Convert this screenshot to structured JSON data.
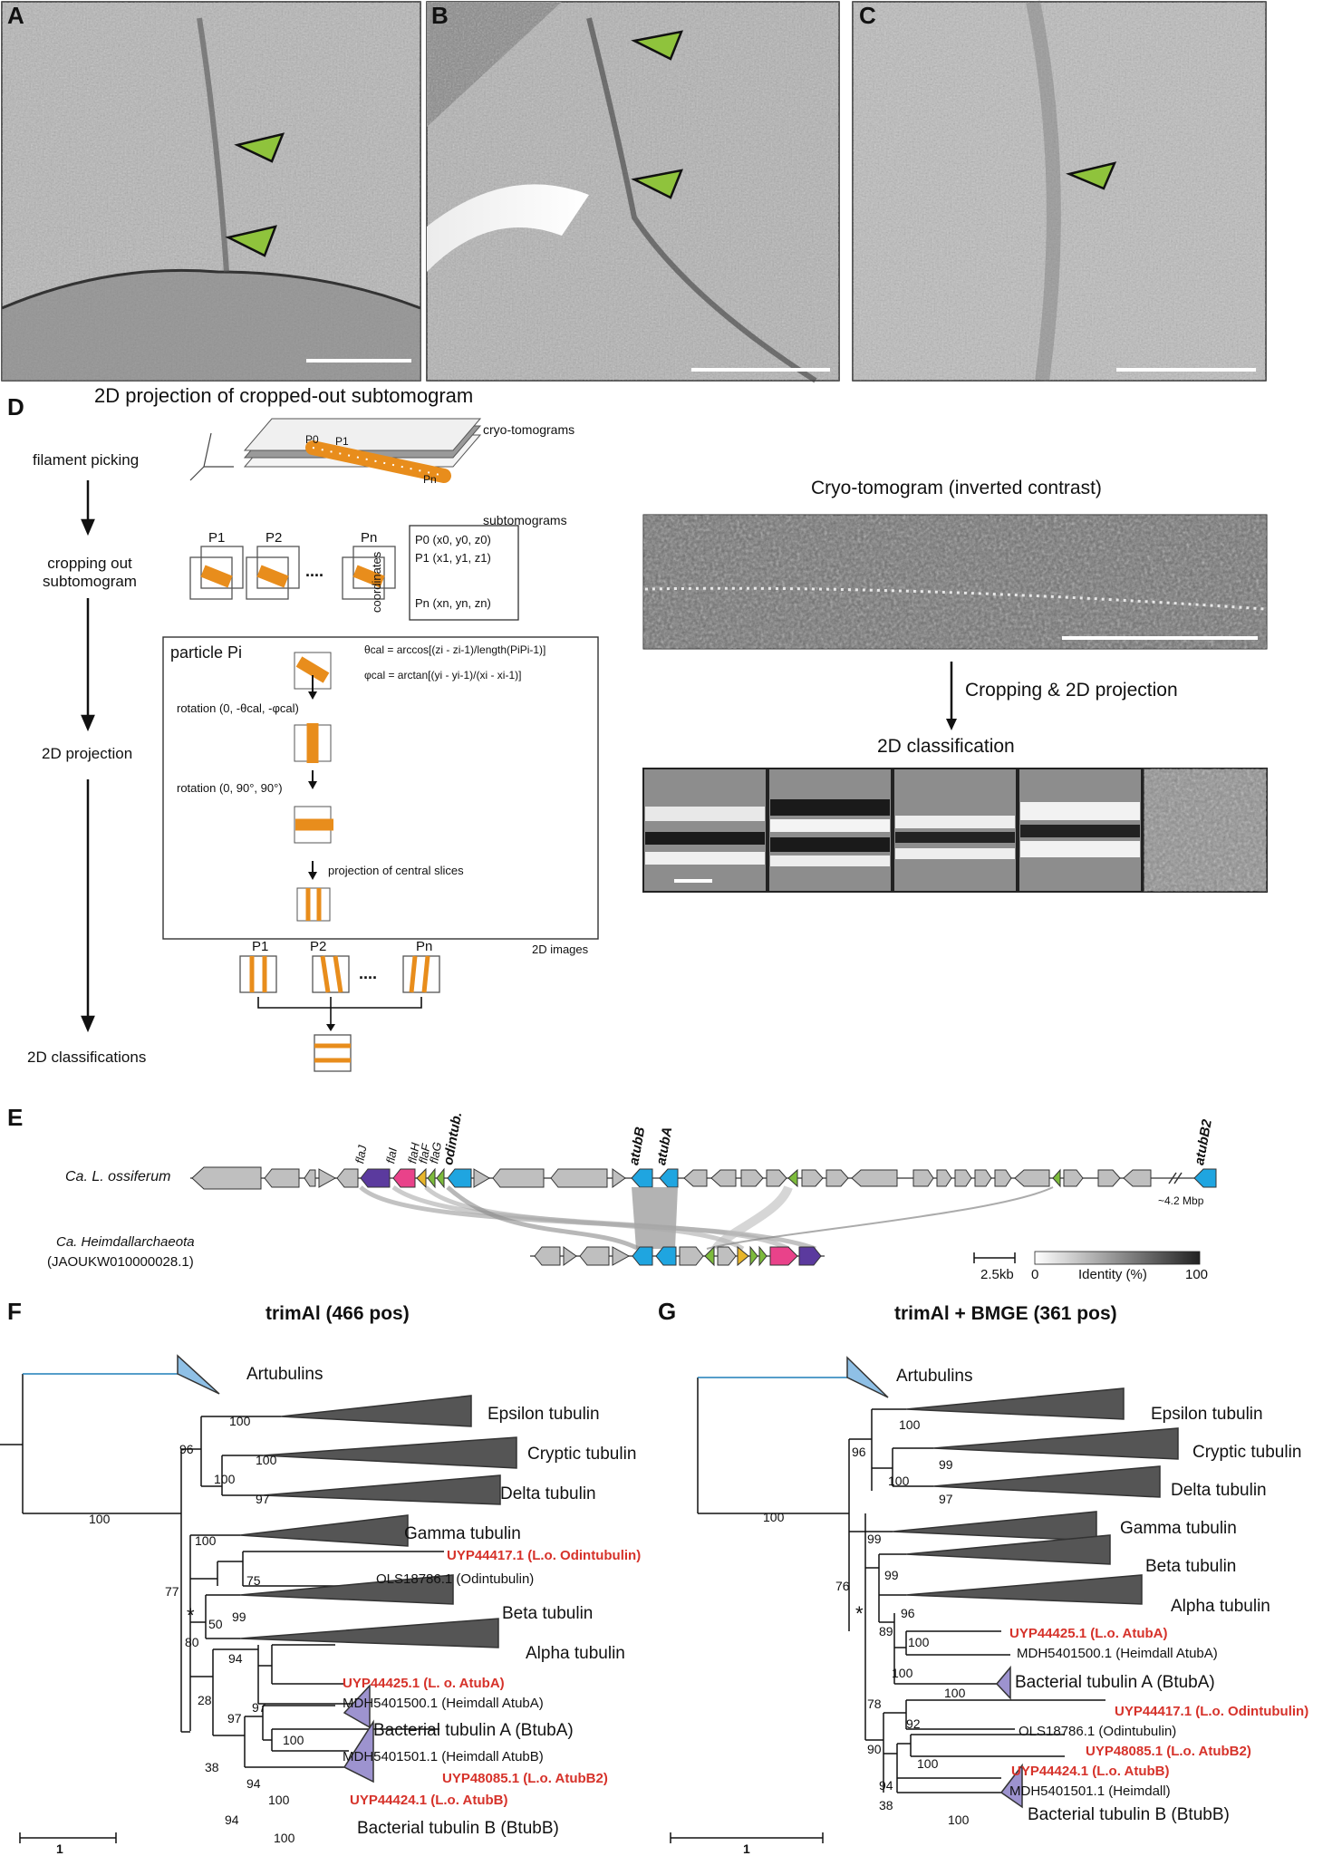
{
  "panels": {
    "a": "A",
    "b": "B",
    "c": "C",
    "d": "D",
    "e": "E",
    "f": "F",
    "g": "G"
  },
  "top": {
    "caption": "2D projection of cropped-out subtomogram"
  },
  "d": {
    "steps": [
      "filament picking",
      "cropping out subtomogram",
      "2D projection",
      "2D classifications"
    ],
    "cryo_tomograms": "cryo-tomograms",
    "subtomograms": "subtomograms",
    "coordinates": "coordinates",
    "p_labels": [
      "P1",
      "P2",
      "Pn"
    ],
    "dots": "....",
    "coord_lines": [
      "P0 (x0, y0, z0)",
      "P1 (x1, y1, z1)",
      "Pn (xn, yn, zn)"
    ],
    "particle": "particle Pi",
    "theta_eq": "θcal = arccos[(zi - zi-1)/length(PiPi-1)]",
    "phi_eq": "φcal = arctan[(yi - yi-1)/(xi - xi-1)]",
    "rot1": "rotation (0, -θcal, -φcal)",
    "rot2": "rotation (0, 90°, 90°)",
    "proj": "projection of central slices",
    "images2d": "2D images",
    "pick_labels": [
      "P0",
      "P1",
      "Pn"
    ],
    "cryo_title": "Cryo-tomogram (inverted contrast)",
    "cropping": "Cropping & 2D projection",
    "classification": "2D classification"
  },
  "e": {
    "org1": "Ca. L. ossiferum",
    "org2_a": "Ca. Heimdallarchaeota",
    "org2_b": "(JAOUKW010000028.1)",
    "genes": [
      "flaJ",
      "flaI",
      "flaH",
      "flaF",
      "flaG",
      "odintub.",
      "atubB",
      "atubA",
      "atubB2"
    ],
    "distance": "~4.2 Mbp",
    "scale": "2.5kb",
    "id_min": "0",
    "id_label": "Identity (%)",
    "id_max": "100",
    "colors": {
      "flaJ": "#5b3a9e",
      "flaI": "#e9428a",
      "flaH": "#e8b52a",
      "flaF": "#7dbb3c",
      "tub": "#1fa5e0",
      "gray": "#bfbfbf"
    }
  },
  "f": {
    "title": "trimAl (466 pos)",
    "clades": [
      "Artubulins",
      "Epsilon tubulin",
      "Cryptic tubulin",
      "Delta tubulin",
      "Gamma tubulin",
      "Beta tubulin",
      "Alpha tubulin",
      "Bacterial tubulin A (BtubA)",
      "Bacterial tubulin B (BtubB)"
    ],
    "leaves_red": [
      "UYP44417.1 (L.o. Odintubulin)",
      "UYP44425.1 (L. o. AtubA)",
      "UYP48085.1 (L.o. AtubB2)",
      "UYP44424.1 (L.o. AtubB)"
    ],
    "leaves_black": [
      "OLS18786.1 (Odintubulin)",
      "MDH5401500.1 (Heimdall AtubA)",
      "MDH5401501.1 (Heimdall AtubB)"
    ],
    "support": [
      "100",
      "96",
      "100",
      "100",
      "97",
      "100",
      "100",
      "77",
      "75",
      "50",
      "99",
      "80",
      "94",
      "28",
      "97",
      "97",
      "100",
      "38",
      "94",
      "100",
      "94",
      "100"
    ],
    "star": "*",
    "scale": "1"
  },
  "g": {
    "title": "trimAl + BMGE (361 pos)",
    "clades": [
      "Artubulins",
      "Epsilon tubulin",
      "Cryptic tubulin",
      "Delta tubulin",
      "Gamma tubulin",
      "Beta tubulin",
      "Alpha tubulin",
      "Bacterial tubulin A (BtubA)",
      "Bacterial tubulin B (BtubB)"
    ],
    "leaves_red": [
      "UYP44425.1 (L.o. AtubA)",
      "UYP44417.1 (L.o. Odintubulin)",
      "UYP48085.1 (L.o. AtubB2)",
      "UYP44424.1 (L.o. AtubB)"
    ],
    "leaves_black": [
      "MDH5401500.1 (Heimdall AtubA)",
      "OLS18786.1 (Odintubulin)",
      "MDH5401501.1 (Heimdall)"
    ],
    "support": [
      "100",
      "96",
      "99",
      "100",
      "97",
      "100",
      "99",
      "76",
      "99",
      "96",
      "89",
      "100",
      "100",
      "100",
      "78",
      "92",
      "90",
      "100",
      "94",
      "38",
      "100"
    ],
    "star": "*",
    "scale": "1"
  }
}
